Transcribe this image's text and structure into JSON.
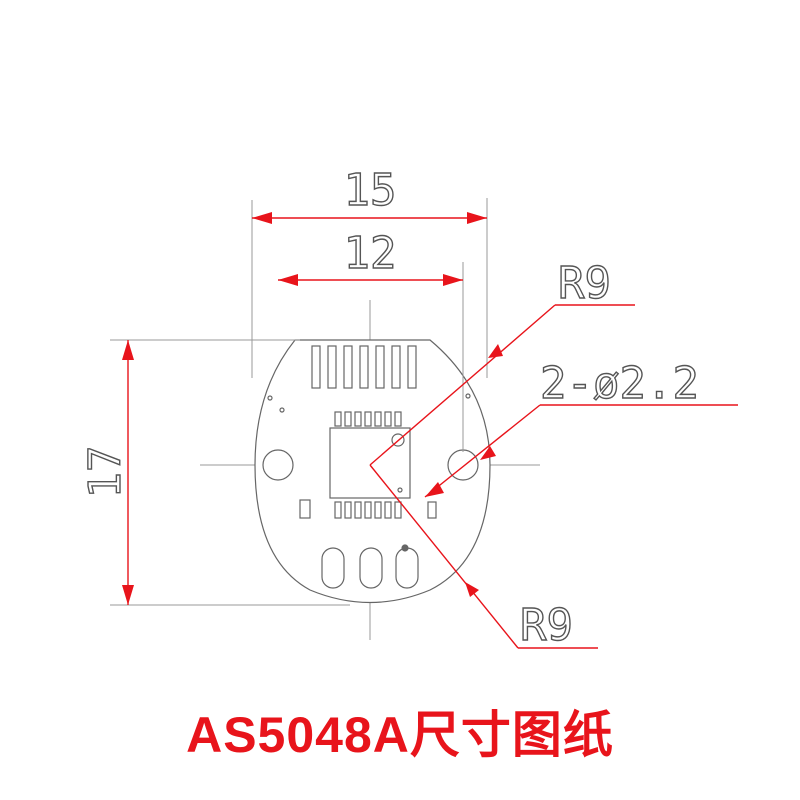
{
  "dimensions": {
    "width_outer": "15",
    "width_inner": "12",
    "height": "17",
    "radius_top": "R9",
    "radius_bottom": "R9",
    "holes": "2-ø2.2"
  },
  "caption": "AS5048A尺寸图纸",
  "colors": {
    "dimension": "#e8141b",
    "outline": "#666666",
    "caption": "#e8141b"
  }
}
